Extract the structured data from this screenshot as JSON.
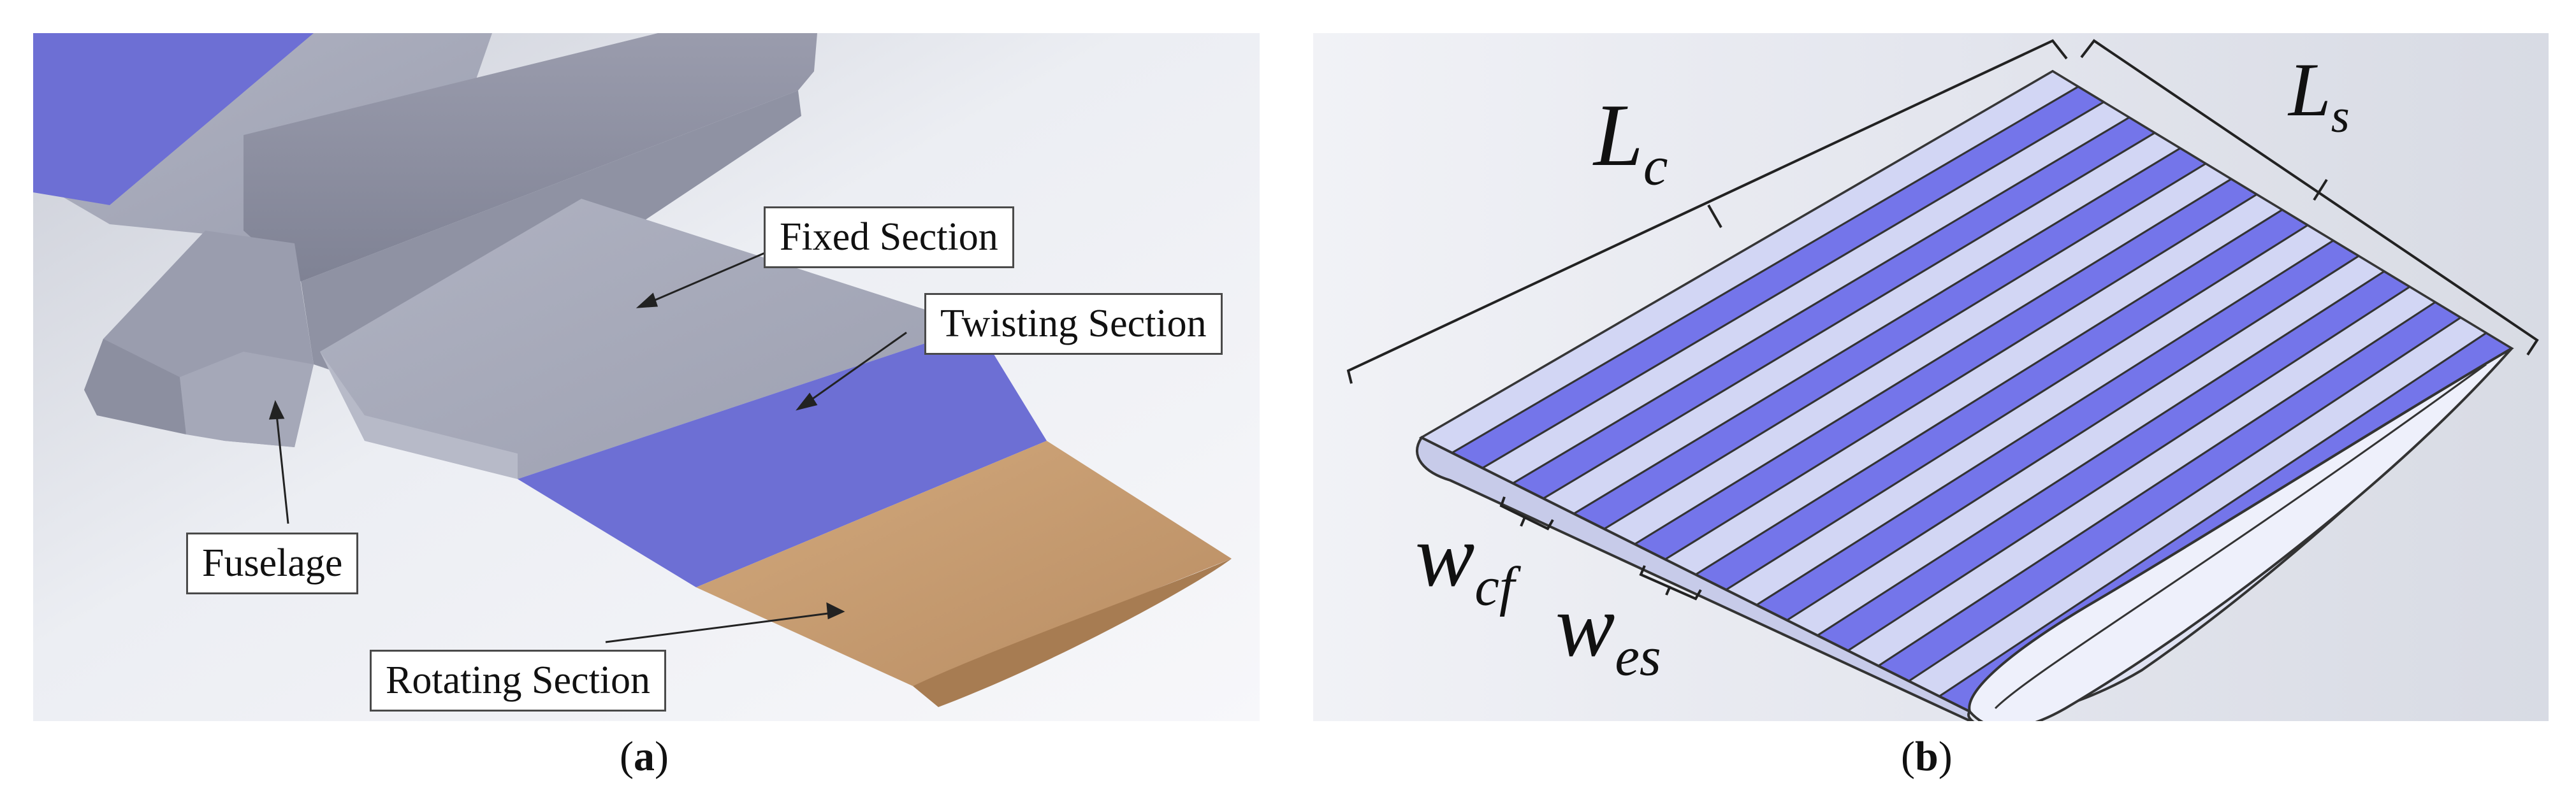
{
  "panel_a": {
    "labels": {
      "fixed": "Fixed Section",
      "twisting": "Twisting Section",
      "fuselage": "Fuselage",
      "rotating": "Rotating Section"
    },
    "caption": {
      "open": "(",
      "letter": "a",
      "close": ")"
    }
  },
  "panel_b": {
    "symbols": {
      "lc_main": "L",
      "lc_sub": "c",
      "ls_main": "L",
      "ls_sub": "s",
      "wcf_main": "w",
      "wcf_sub": "cf",
      "wes_main": "w",
      "wes_sub": "es"
    },
    "caption": {
      "open": "(",
      "letter": "b",
      "close": ")"
    }
  },
  "colors": {
    "fixed_gray": "#a3a6b6",
    "twisting_blue": "#6d6fd4",
    "rotating_tan": "#c9a075",
    "strip_light": "#d2d6f4",
    "strip_blue": "#7475ea"
  }
}
